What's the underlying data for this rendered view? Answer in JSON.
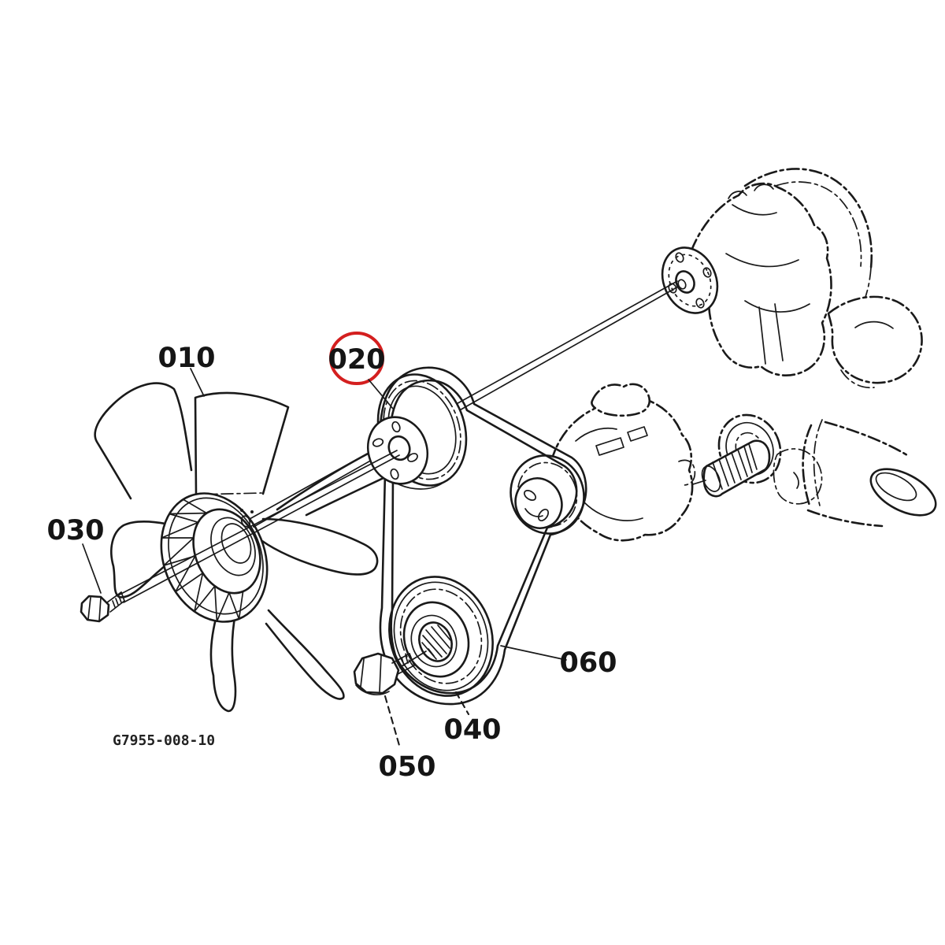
{
  "diagram": {
    "background_color": "#ffffff",
    "line_color": "#1a1a1a",
    "highlight_color": "#d41f1f",
    "drawing_number": "G7955-008-10",
    "callouts": [
      {
        "label": "010"
      },
      {
        "label": "020"
      },
      {
        "label": "030"
      },
      {
        "label": "040"
      },
      {
        "label": "050"
      },
      {
        "label": "060"
      }
    ]
  }
}
